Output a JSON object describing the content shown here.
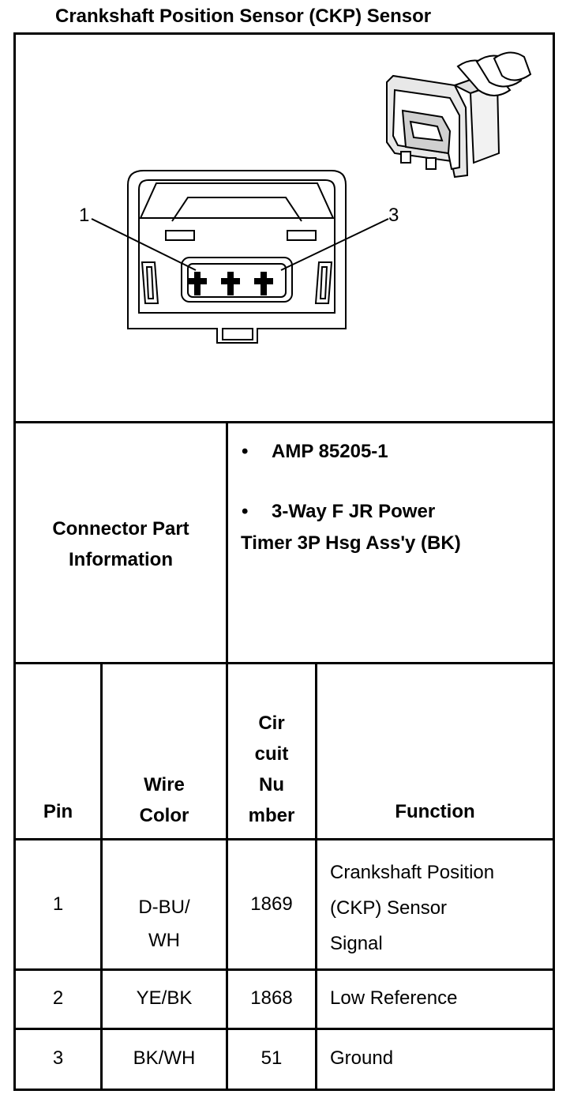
{
  "title": "Crankshaft Position Sensor (CKP) Sensor",
  "diagram": {
    "pin_label_1": "1",
    "pin_label_3": "3"
  },
  "connector_info": {
    "label_line1": "Connector Part",
    "label_line2": "Information",
    "item1": "AMP 85205-1",
    "item2_line1": "3-Way F JR Power",
    "item2_line2": "Timer 3P Hsg Ass'y (BK)"
  },
  "table": {
    "headers": {
      "pin": "Pin",
      "wire_color_1": "Wire",
      "wire_color_2": "Color",
      "circuit_1": "Cir",
      "circuit_2": "cuit",
      "circuit_3": "Nu",
      "circuit_4": "mber",
      "function": "Function"
    },
    "rows": [
      {
        "pin": "1",
        "wire_1": "D-BU/",
        "wire_2": "WH",
        "circuit": "1869",
        "function_1": "Crankshaft Position",
        "function_2": "(CKP) Sensor",
        "function_3": "Signal"
      },
      {
        "pin": "2",
        "wire": "YE/BK",
        "circuit": "1868",
        "function": "Low Reference"
      },
      {
        "pin": "3",
        "wire": "BK/WH",
        "circuit": "51",
        "function": "Ground"
      }
    ]
  }
}
